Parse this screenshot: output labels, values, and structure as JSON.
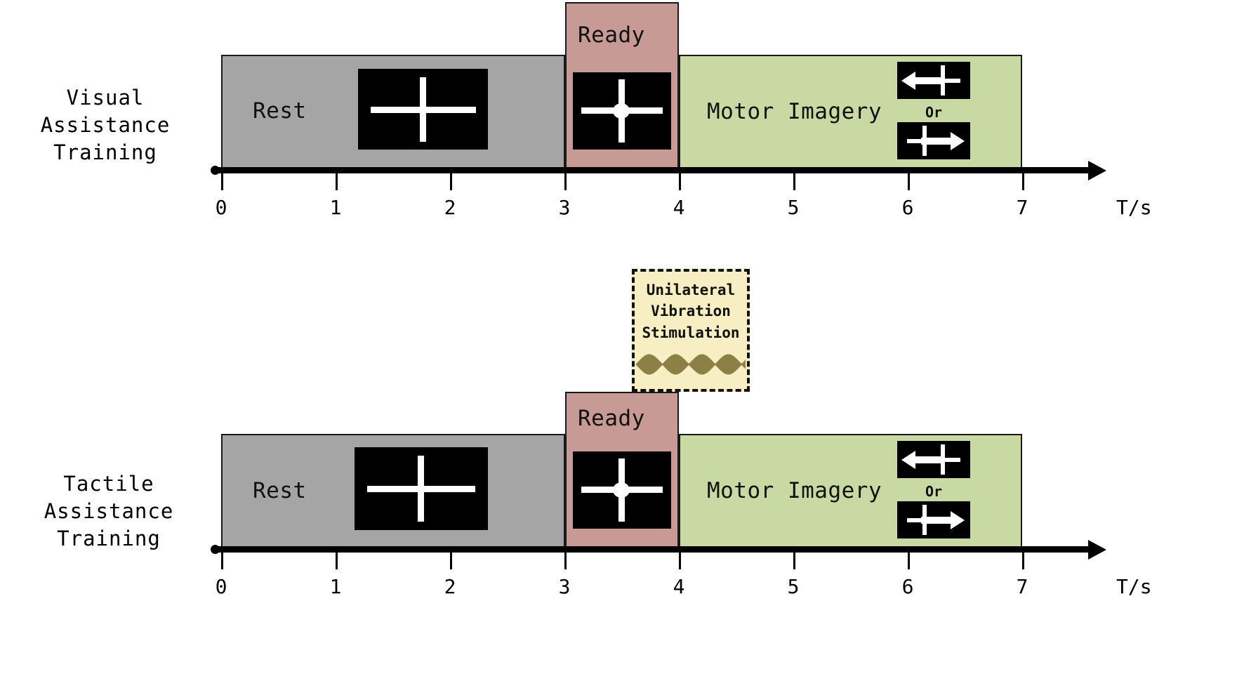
{
  "figure": {
    "type": "experimental-timeline-diagram",
    "background": "#ffffff",
    "axis_unit_label": "T/s",
    "tick_labels": [
      "0",
      "1",
      "2",
      "3",
      "4",
      "5",
      "6",
      "7"
    ],
    "colors": {
      "rest": "#a5a5a5",
      "ready": "#c89a96",
      "motor_imagery": "#c9d9a4",
      "vibration_box": "#f8eec4",
      "outline": "#1a1a1a",
      "screen": "#000000",
      "cue": "#ffffff",
      "waveform": "#8d8047"
    }
  },
  "rows": [
    {
      "label": "Visual Assistance\nTraining",
      "phases": [
        {
          "name": "Rest",
          "label": "Rest",
          "start_s": 0,
          "end_s": 3,
          "color": "#a5a5a5"
        },
        {
          "name": "Ready",
          "label": "Ready",
          "start_s": 3,
          "end_s": 4,
          "color": "#c89a96"
        },
        {
          "name": "Motor Imagery",
          "label": "Motor Imagery",
          "start_s": 4,
          "end_s": 7,
          "color": "#c9d9a4"
        }
      ],
      "cues": {
        "rest_screen": "fixation-cross",
        "ready_screen": "fixation-cross-with-dot",
        "mi_screen_top": "left-arrow-cue",
        "mi_screen_bottom": "right-arrow-cue",
        "mi_between_label": "Or"
      },
      "has_vibration": false
    },
    {
      "label": "Tactile Assistance\nTraining",
      "phases": [
        {
          "name": "Rest",
          "label": "Rest",
          "start_s": 0,
          "end_s": 3,
          "color": "#a5a5a5"
        },
        {
          "name": "Ready",
          "label": "Ready",
          "start_s": 3,
          "end_s": 4,
          "color": "#c89a96"
        },
        {
          "name": "Motor Imagery",
          "label": "Motor Imagery",
          "start_s": 4,
          "end_s": 7,
          "color": "#c9d9a4"
        }
      ],
      "cues": {
        "rest_screen": "fixation-cross",
        "ready_screen": "fixation-cross-with-dot",
        "mi_screen_top": "left-arrow-cue",
        "mi_screen_bottom": "right-arrow-cue",
        "mi_between_label": "Or"
      },
      "has_vibration": true,
      "vibration": {
        "title": "Unilateral\nVibration\nStimulation",
        "start_s": 3,
        "end_s": 4,
        "waveform": "amplitude-modulated-vibration"
      }
    }
  ],
  "chart_data": {
    "type": "table",
    "title": "Visual vs Tactile Assistance Training trial timeline",
    "xlabel": "T/s",
    "xlim": [
      0,
      7
    ],
    "categories": [
      "Rest",
      "Ready",
      "Motor Imagery"
    ],
    "series": [
      {
        "name": "Visual Assistance Training",
        "values": [
          3,
          1,
          3
        ]
      },
      {
        "name": "Tactile Assistance Training",
        "values": [
          3,
          1,
          3
        ]
      }
    ],
    "annotations": [
      "Unilateral Vibration Stimulation spans 3 s to 4 s in the Tactile Assistance Training row",
      "Motor Imagery cue is a left arrow Or a right arrow"
    ]
  }
}
